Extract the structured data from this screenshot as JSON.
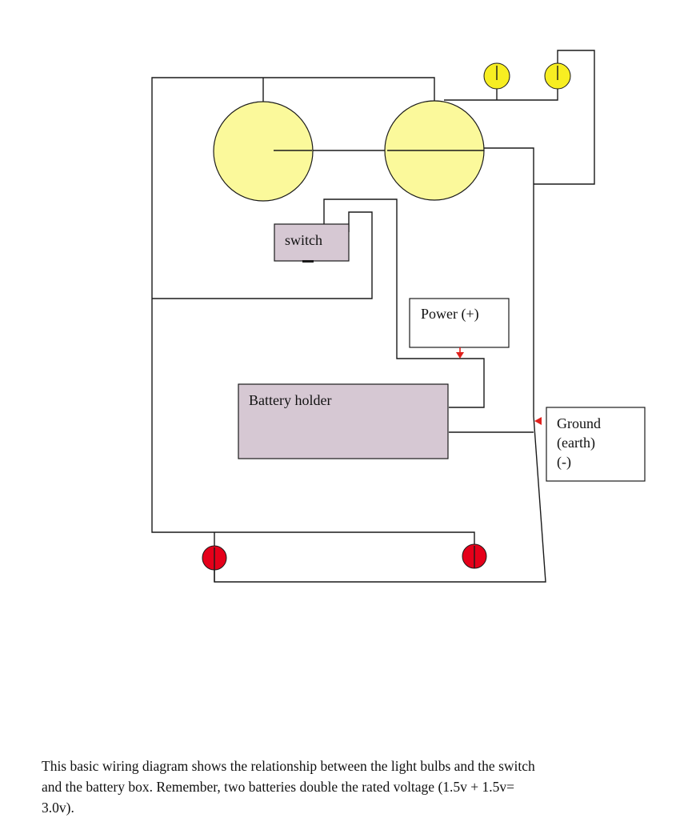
{
  "labels": {
    "switch": "switch",
    "power": "Power (+)",
    "battery_holder": "Battery holder",
    "ground_line1": "Ground",
    "ground_line2": "(earth)",
    "ground_line3": "(-)"
  },
  "caption": {
    "line1": "This basic wiring diagram shows the relationship between the light bulbs and the switch",
    "line2": "and the battery box.  Remember, two batteries double the rated voltage (1.5v + 1.5v=",
    "line3": "3.0v)."
  },
  "colors": {
    "headlight_fill": "#fbf99b",
    "small_bulb_fill": "#f7ee22",
    "tail_light_fill": "#e5001a",
    "component_fill": "#d6c8d3",
    "wire": "#1a1a1a",
    "arrow": "#e0201c"
  }
}
